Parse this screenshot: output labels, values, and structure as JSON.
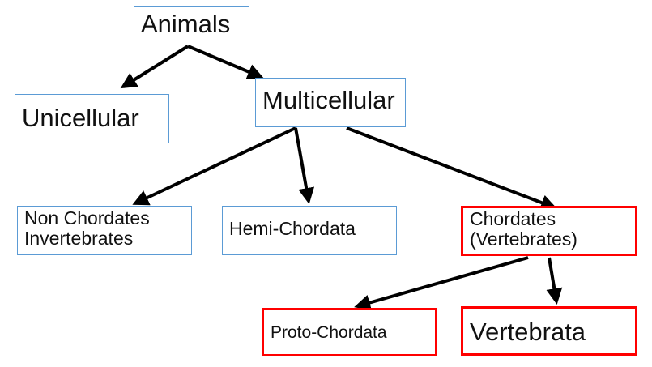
{
  "nodes": {
    "animals": "Animals",
    "unicellular": "Unicellular",
    "multicellular": "Multicellular",
    "non_chordates_line1": "Non Chordates",
    "non_chordates_line2": "Invertebrates",
    "hemi_chordata": "Hemi-Chordata",
    "chordates_line1": "Chordates",
    "chordates_line2": "(Vertebrates)",
    "proto_chordata": "Proto-Chordata",
    "vertebrata": "Vertebrata"
  },
  "colors": {
    "default_border": "#5b9bd5",
    "highlight_border": "#ff0000",
    "arrow": "#000000"
  }
}
